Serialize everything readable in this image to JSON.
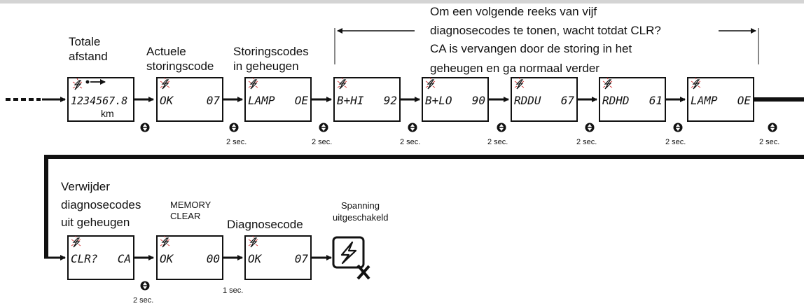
{
  "labels": {
    "total_distance_1": "Totale",
    "total_distance_2": "afstand",
    "current_code_1": "Actuele",
    "current_code_2": "storingscode",
    "stored_codes_1": "Storingscodes",
    "stored_codes_2": "in geheugen",
    "note_1": "Om een volgende reeks van vijf",
    "note_2": "diagnosecodes te tonen, wacht totdat CLR?",
    "note_3": "CA is vervangen door de storing in het",
    "note_4": "geheugen en ga normaal verder",
    "clear_1": "Verwijder",
    "clear_2": "diagnosecodes",
    "clear_3": "uit geheugen",
    "memory_clear_1": "MEMORY",
    "memory_clear_2": "CLEAR",
    "diag_code": "Diagnosecode",
    "power_1": "Spanning",
    "power_2": "uitgeschakeld"
  },
  "row1": {
    "odometer": {
      "digits": "1234567.8",
      "unit": "km"
    },
    "displays": [
      {
        "left": "OK",
        "right": "07"
      },
      {
        "left": "LAMP",
        "right": "OE"
      },
      {
        "left": "B+HI",
        "right": "92"
      },
      {
        "left": "B+LO",
        "right": "90"
      },
      {
        "left": "RDDU",
        "right": "67"
      },
      {
        "left": "RDHD",
        "right": "61"
      },
      {
        "left": "LAMP",
        "right": "OE"
      }
    ],
    "times": [
      "2 sec.",
      "2 sec.",
      "2 sec.",
      "2 sec.",
      "2 sec.",
      "2 sec.",
      "2 sec."
    ]
  },
  "row2": {
    "displays": [
      {
        "left": "CLR?",
        "right": "CA"
      },
      {
        "left": "OK",
        "right": "00"
      },
      {
        "left": "OK",
        "right": "07"
      }
    ],
    "times": [
      "2 sec.",
      "1 sec."
    ]
  },
  "icons": {
    "warning": "lightning-icon",
    "button": "button-updown-icon",
    "power_off": "power-off-icon"
  },
  "colors": {
    "warning_red": "#d23a3a",
    "stroke": "#111111"
  }
}
